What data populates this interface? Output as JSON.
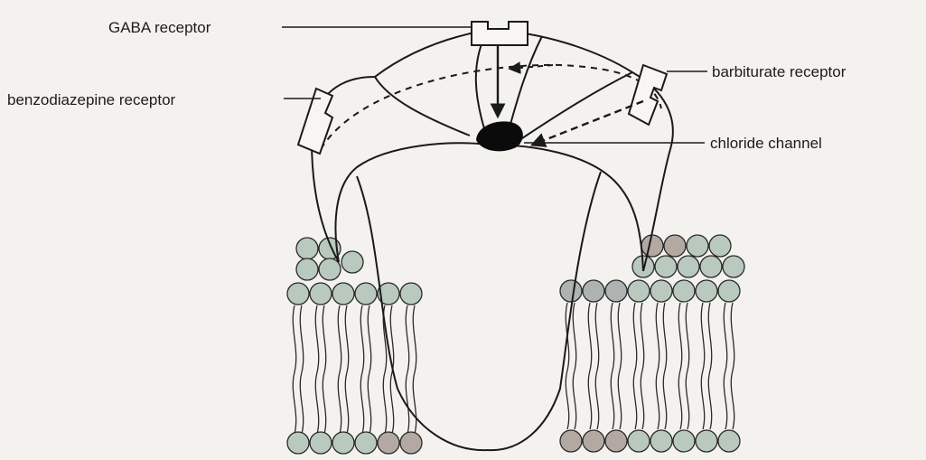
{
  "labels": {
    "gaba_receptor": "GABA receptor",
    "benzodiazepine_receptor": "benzodiazepine receptor",
    "barbiturate_receptor": "barbiturate receptor",
    "chloride_channel": "chloride channel"
  },
  "colors": {
    "background": "#f4f2ee",
    "line": "#1a1a1a",
    "lipid_head_green": "#b9c9be",
    "lipid_head_brown": "#b4a9a2",
    "lipid_head_grey": "#aeb2b1",
    "channel_fill": "#0b0b0b"
  }
}
